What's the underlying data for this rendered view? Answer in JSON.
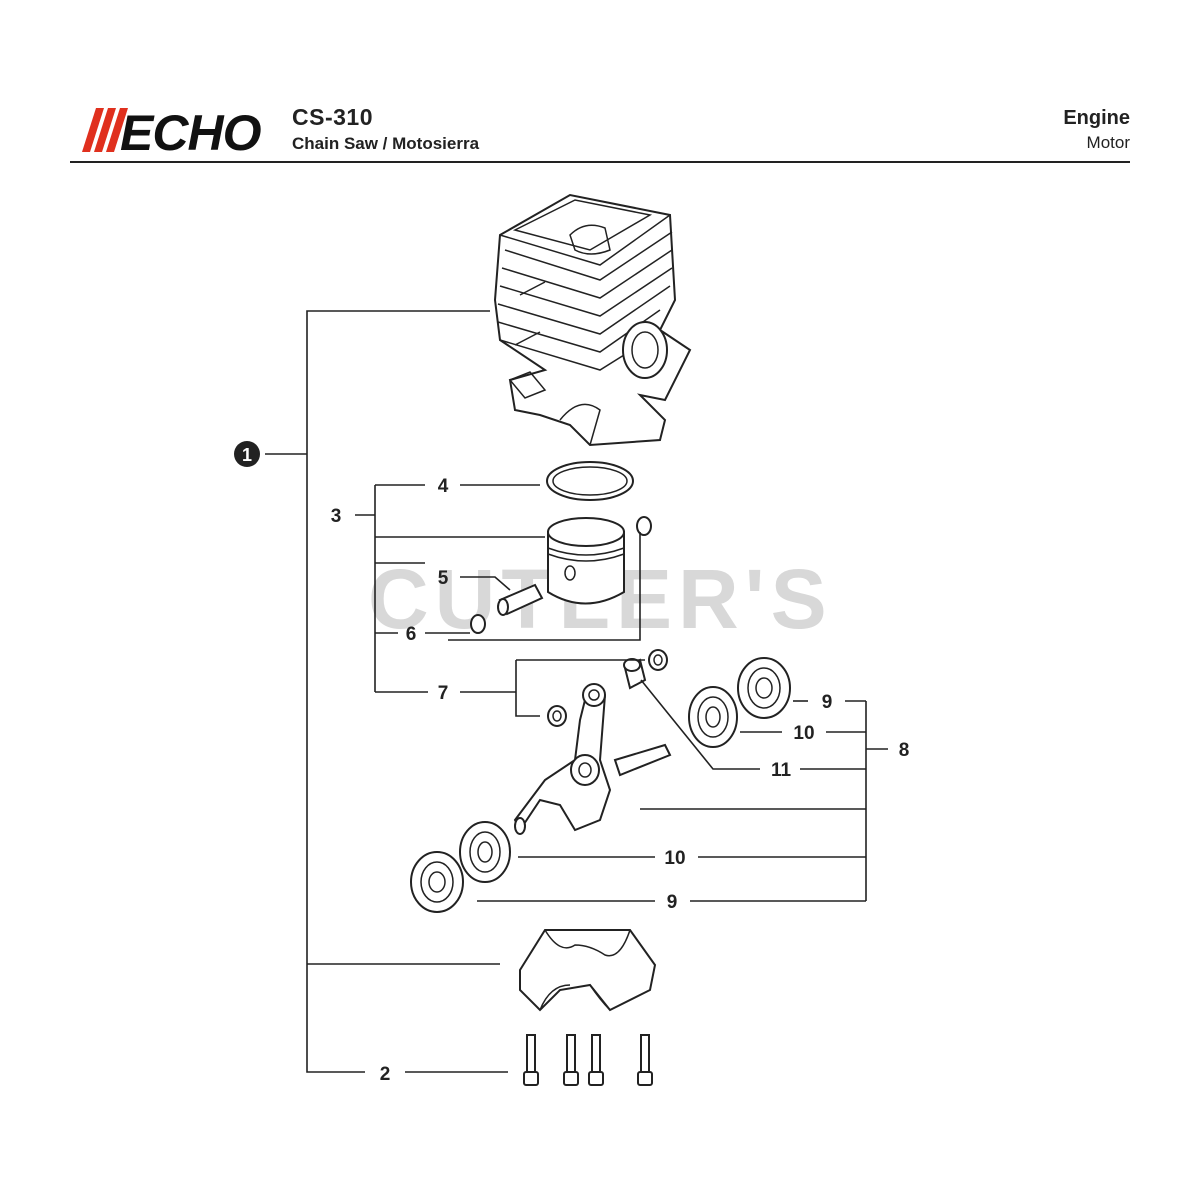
{
  "header": {
    "brand": "ECHO",
    "model": "CS-310",
    "subtitle": "Chain Saw / Motosierra",
    "section_en": "Engine",
    "section_es": "Motor"
  },
  "watermark": "CUTLER'S",
  "callouts": {
    "c1": "1",
    "c2": "2",
    "c3": "3",
    "c4": "4",
    "c5": "5",
    "c6": "6",
    "c7": "7",
    "c8": "8",
    "c9a": "9",
    "c10a": "10",
    "c11": "11",
    "c10b": "10",
    "c9b": "9"
  },
  "colors": {
    "brand_red": "#e0301e",
    "ink": "#222222",
    "watermark": "#d8d8d8"
  }
}
